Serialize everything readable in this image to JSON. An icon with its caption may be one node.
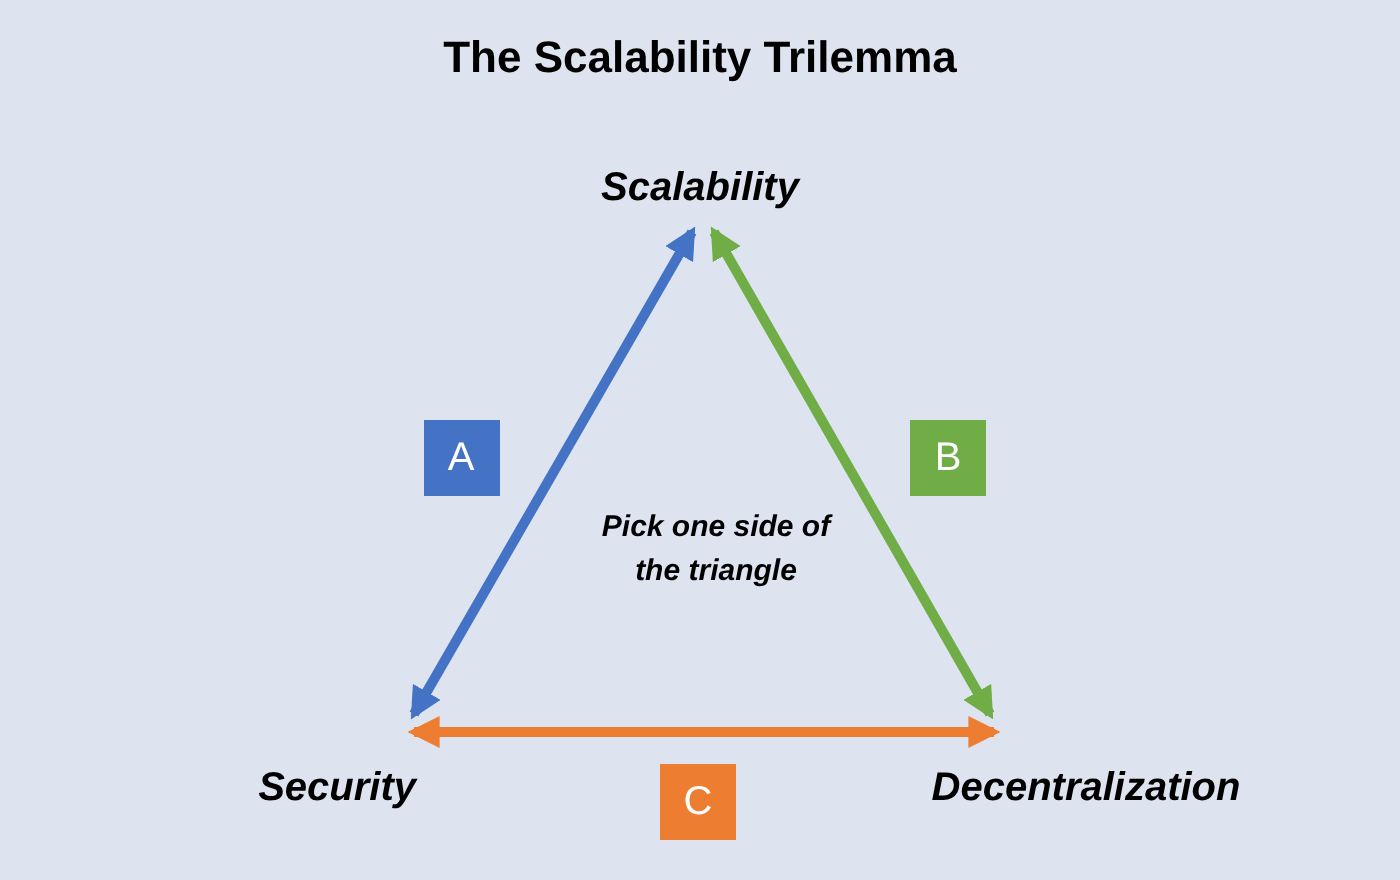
{
  "diagram": {
    "title": "The Scalability Trilemma",
    "nodes": [
      {
        "text": [
          "Scalability"
        ]
      },
      {
        "text": [
          "Security"
        ]
      },
      {
        "text": [
          "Decentralization"
        ]
      }
    ],
    "edges": [
      {
        "from": 0,
        "to": 1,
        "arrow": "both",
        "label": "A",
        "color": "#4472c4"
      },
      {
        "from": 0,
        "to": 2,
        "arrow": "both",
        "label": "B",
        "color": "#70ad47"
      },
      {
        "from": 1,
        "to": 2,
        "arrow": "both",
        "label": "C",
        "color": "#ed7d31"
      }
    ],
    "labels": [
      "Pick one side of the triangle"
    ]
  }
}
